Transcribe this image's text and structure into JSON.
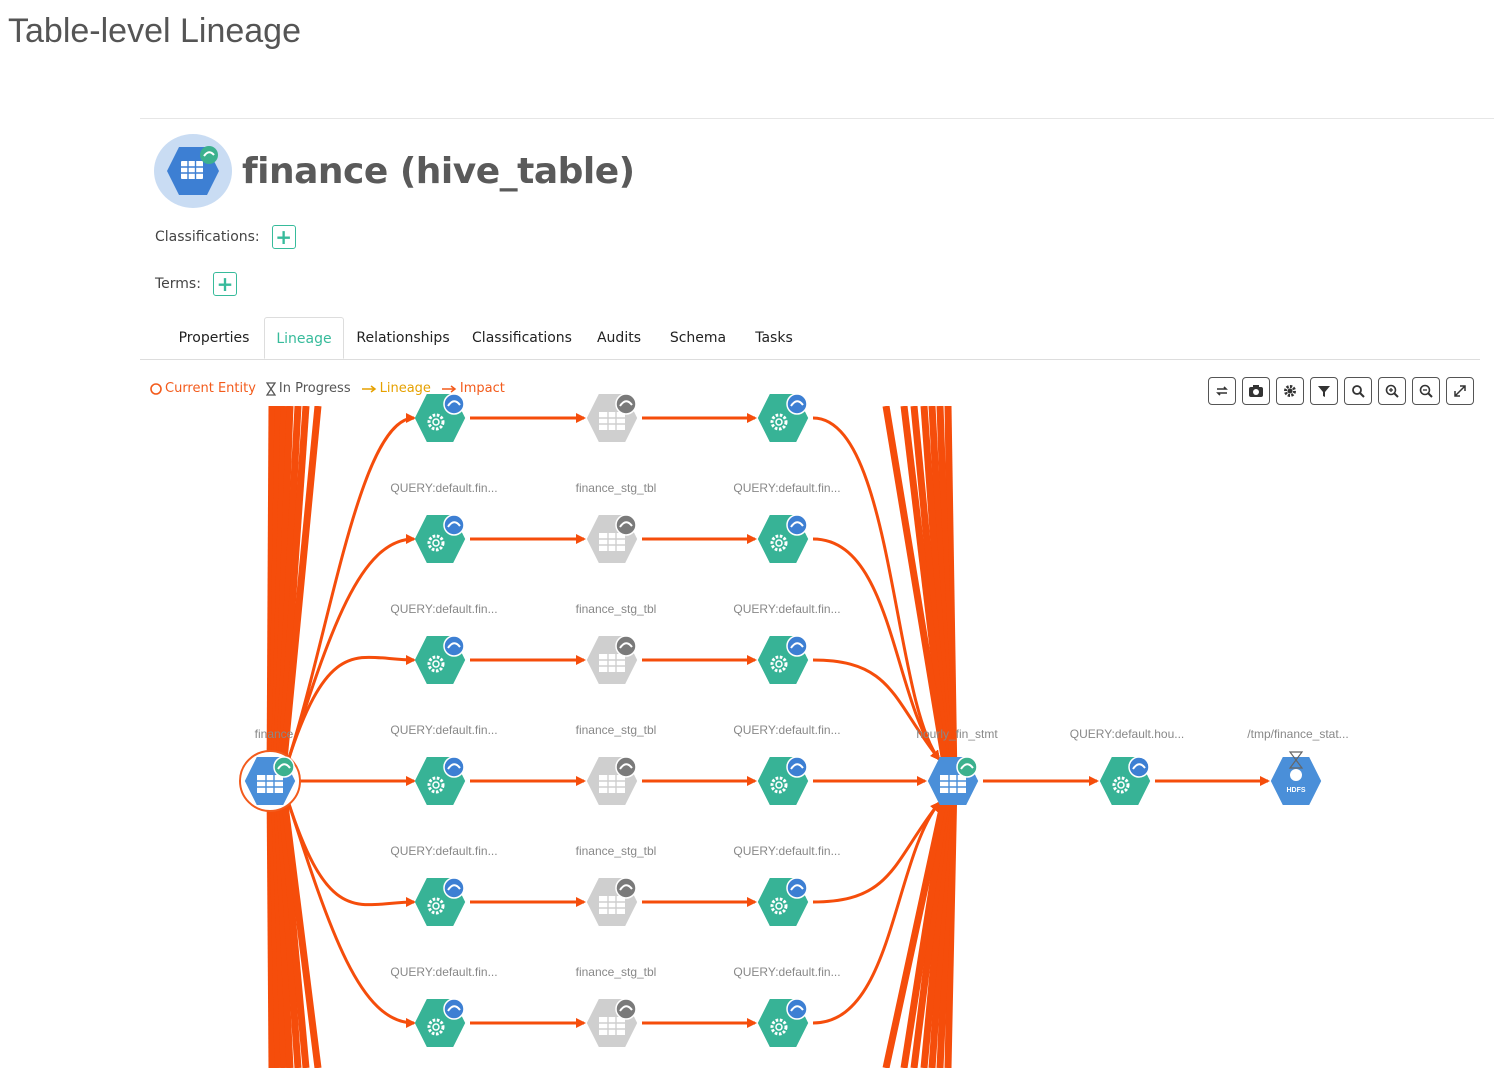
{
  "page": {
    "title": "Table-level Lineage"
  },
  "entity": {
    "name": "finance (hive_table)"
  },
  "meta": {
    "classifications_label": "Classifications:",
    "terms_label": "Terms:",
    "add_symbol": "+"
  },
  "tabs": [
    {
      "label": "Properties",
      "active": false
    },
    {
      "label": "Lineage",
      "active": true
    },
    {
      "label": "Relationships",
      "active": false
    },
    {
      "label": "Classifications",
      "active": false
    },
    {
      "label": "Audits",
      "active": false
    },
    {
      "label": "Schema",
      "active": false
    },
    {
      "label": "Tasks",
      "active": false
    }
  ],
  "legend": {
    "current_entity": "Current Entity",
    "in_progress": "In Progress",
    "lineage": "Lineage",
    "impact": "Impact",
    "colors": {
      "current": "#f35b1c",
      "in_progress": "#555555",
      "lineage": "#e6a100",
      "impact": "#f35b1c"
    }
  },
  "toolbar": [
    {
      "name": "refresh-button",
      "icon": "refresh-icon"
    },
    {
      "name": "screenshot-button",
      "icon": "camera-icon"
    },
    {
      "name": "settings-button",
      "icon": "gear-icon"
    },
    {
      "name": "filter-button",
      "icon": "filter-icon"
    },
    {
      "name": "search-button",
      "icon": "search-icon"
    },
    {
      "name": "zoom-in-button",
      "icon": "zoom-in-icon"
    },
    {
      "name": "zoom-out-icon-button",
      "icon": "zoom-out-icon"
    },
    {
      "name": "fullscreen-button",
      "icon": "expand-icon"
    }
  ],
  "graph": {
    "edge_color": "#f54d0b",
    "process_color": "#37b396",
    "table_color": "#4a8fd9",
    "stage_color": "#cfcfcf",
    "rows": [
      {
        "process_in": "",
        "stage": "",
        "process_out": ""
      },
      {
        "process_in": "QUERY:default.fin...",
        "stage": "finance_stg_tbl",
        "process_out": "QUERY:default.fin..."
      },
      {
        "process_in": "QUERY:default.fin...",
        "stage": "finance_stg_tbl",
        "process_out": "QUERY:default.fin..."
      },
      {
        "process_in": "QUERY:default.fin...",
        "stage": "finance_stg_tbl",
        "process_out": "QUERY:default.fin..."
      },
      {
        "process_in": "QUERY:default.fin...",
        "stage": "finance_stg_tbl",
        "process_out": "QUERY:default.fin..."
      },
      {
        "process_in": "QUERY:default.fin...",
        "stage": "finance_stg_tbl",
        "process_out": "QUERY:default.fin..."
      }
    ],
    "source_label": "finance",
    "target_label": "hourly_fin_stmt",
    "query_label": "QUERY:default.hou...",
    "hdfs_label": "/tmp/finance_stat...",
    "hdfs_badge": "HDFS"
  }
}
